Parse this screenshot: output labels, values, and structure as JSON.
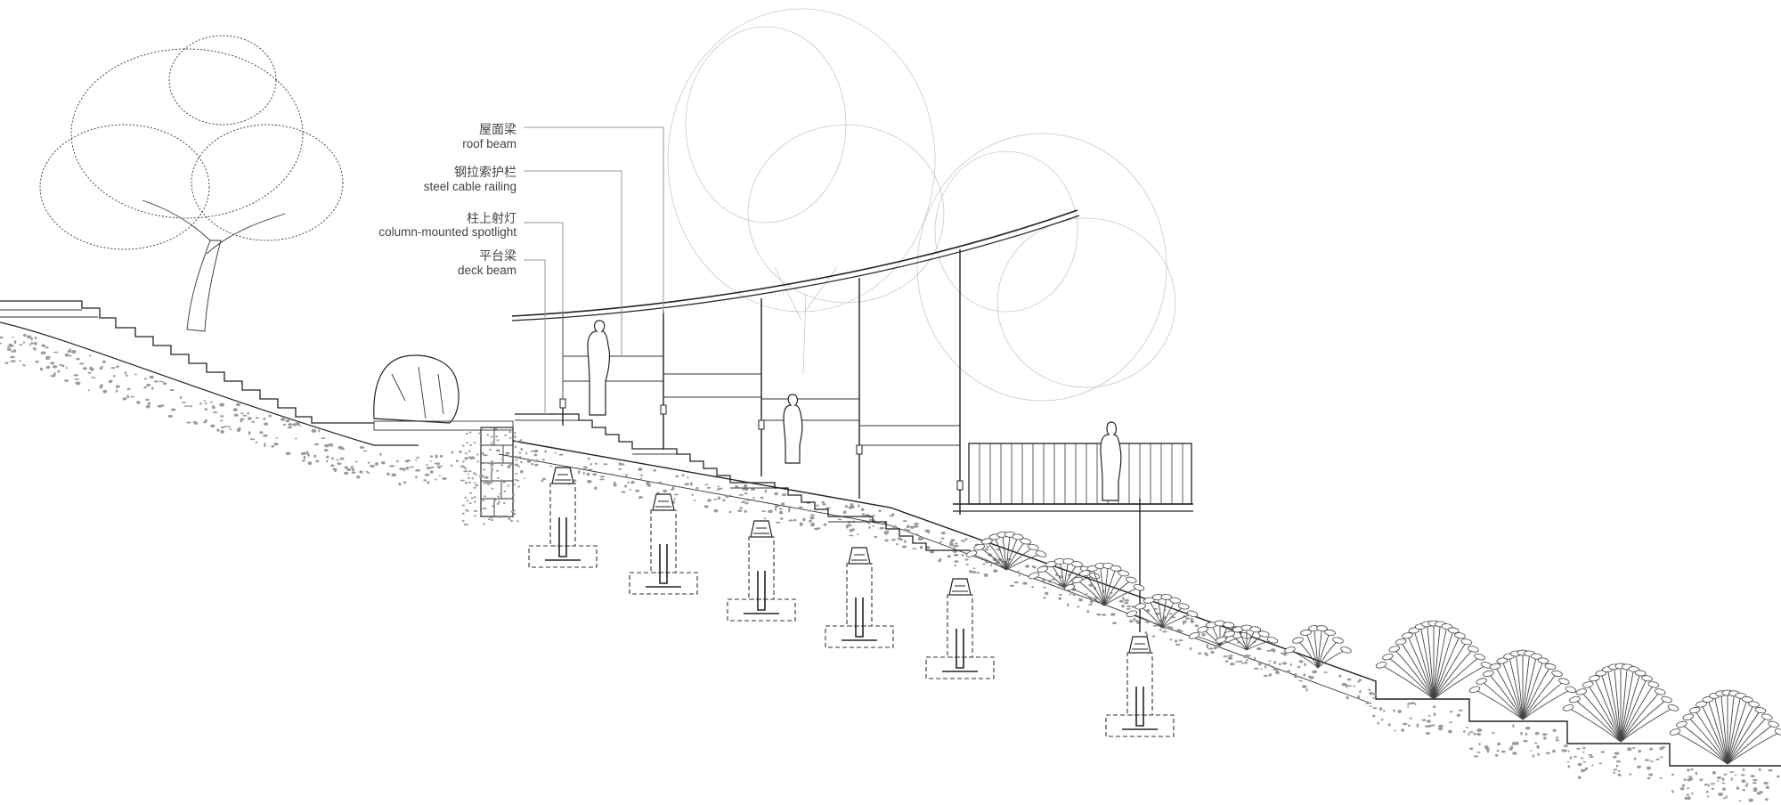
{
  "labels": [
    {
      "cn": "屋面梁",
      "en": "roof beam"
    },
    {
      "cn": "钢拉索护栏",
      "en": "steel cable railing"
    },
    {
      "cn": "柱上射灯",
      "en": "column-mounted spotlight"
    },
    {
      "cn": "平台梁",
      "en": "deck beam"
    }
  ],
  "colors": {
    "line": "#222222",
    "label": "#444444",
    "leader": "#999999",
    "ghost": "#c8c8c8",
    "gravel": "#9a9a9a"
  }
}
